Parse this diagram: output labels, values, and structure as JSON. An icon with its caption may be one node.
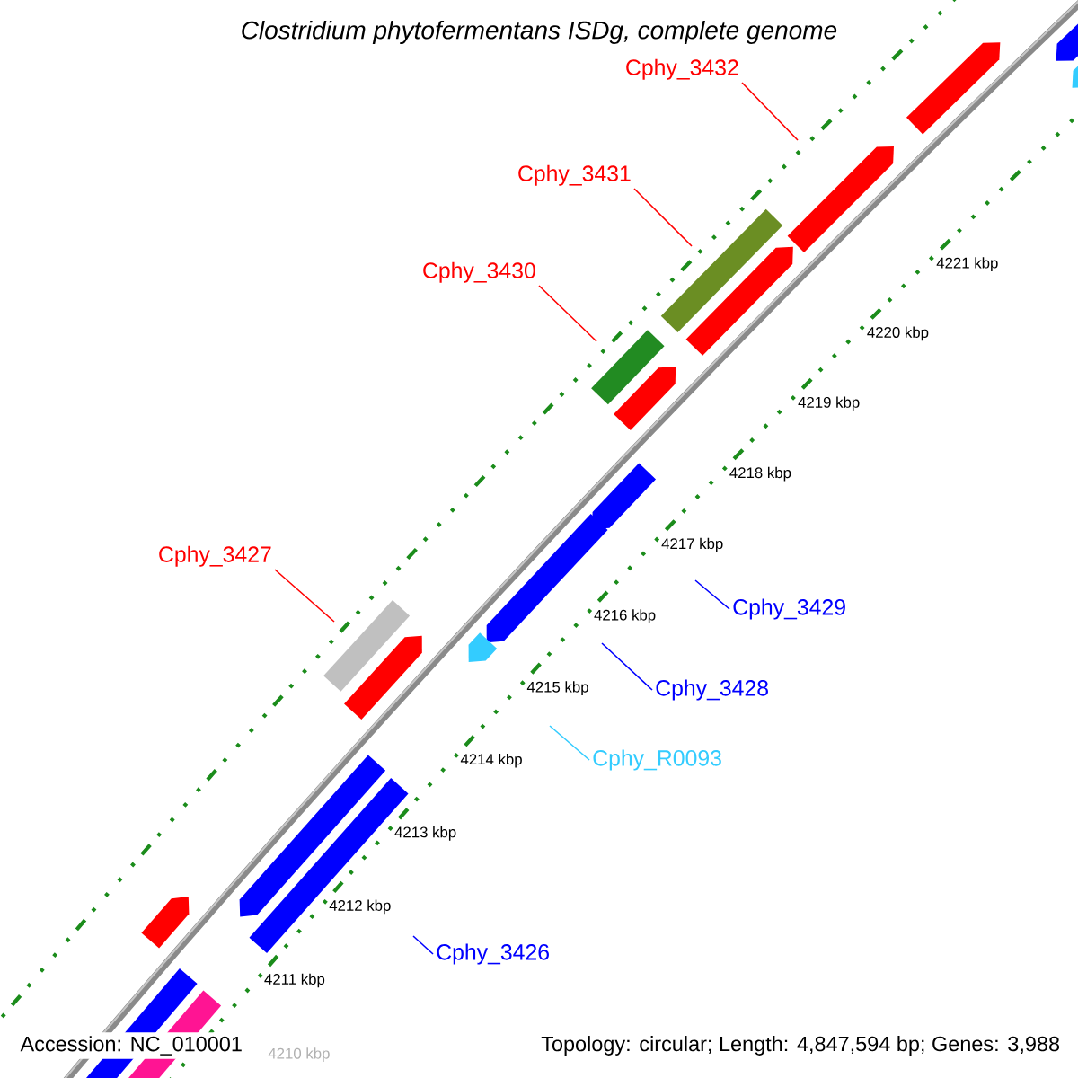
{
  "diagram": {
    "title": "Clostridium phytofermentans ISDg, complete genome",
    "nodes": [
      {
        "text": [
          "Cphy_3432"
        ]
      },
      {
        "text": [
          "Cphy_3431"
        ]
      },
      {
        "text": [
          "Cphy_3430"
        ]
      },
      {
        "text": [
          "Cphy_3427"
        ]
      },
      {
        "text": [
          "Cphy_3429"
        ]
      },
      {
        "text": [
          "Cphy_3428"
        ]
      },
      {
        "text": [
          "Cphy_R0093"
        ]
      },
      {
        "text": [
          "Cphy_3426"
        ]
      }
    ],
    "edges": [
      {
        "from": 0,
        "to": null,
        "arrow": "none"
      },
      {
        "from": 1,
        "to": null,
        "arrow": "none"
      },
      {
        "from": 2,
        "to": null,
        "arrow": "none"
      },
      {
        "from": 3,
        "to": null,
        "arrow": "none"
      },
      {
        "from": 4,
        "to": null,
        "arrow": "none",
        "color": "#0000ff"
      },
      {
        "from": 5,
        "to": null,
        "arrow": "none",
        "color": "#0000ff"
      },
      {
        "from": 6,
        "to": null,
        "arrow": "none",
        "color": "#33ccff"
      },
      {
        "from": 7,
        "to": null,
        "arrow": "none",
        "color": "#0000ff"
      }
    ],
    "labels": [
      "4221 kbp",
      "4220 kbp",
      "4219 kbp",
      "4218 kbp",
      "4217 kbp",
      "4216 kbp",
      "4215 kbp",
      "4214 kbp",
      "4213 kbp",
      "4212 kbp",
      "4211 kbp",
      "4210 kbp",
      "Accession: NC_010001",
      "Topology: circular; Length: 4,847,594 bp; Genes: 3,988"
    ]
  }
}
